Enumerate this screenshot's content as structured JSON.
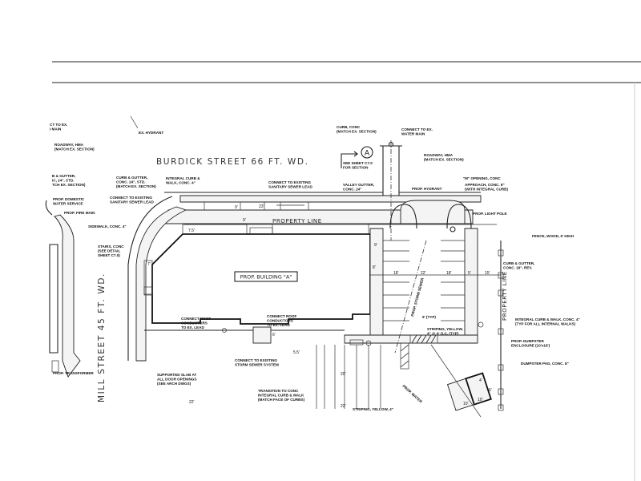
{
  "drawing": {
    "streets": {
      "north": "BURDICK STREET 66 FT. WD.",
      "west": "MILL STREET 45 FT. WD."
    },
    "property_line": "PROPERTY LINE",
    "building_label": "PROP. BUILDING \"A\"",
    "section_marker": {
      "letter": "A"
    },
    "notes": {
      "ct_to_ex": [
        "CT TO EX.",
        "I MAIN"
      ],
      "ex_hydrant": [
        "EX. HYDRANT"
      ],
      "roadway_left": [
        "ROADWAY, HMA",
        "(MATCH EX. SECTION)"
      ],
      "curb_gutter_left": [
        "B & GUTTER,",
        "IC, 24\", STD.",
        "TCH EX. SECTION)"
      ],
      "prop_domestic": [
        "PROP. DOMESTIC",
        "WATER SERVICE"
      ],
      "prop_fire_main": [
        "PROP. FIRE MAIN"
      ],
      "sidewalk": [
        "SIDEWALK, CONC. 4\""
      ],
      "curb_gutter_mid": [
        "CURB & GUTTER,",
        "CONC. 24\", STD.",
        "(MATCH EX. SECTION)"
      ],
      "integral_curb_walk": [
        "INTEGRAL CURB &",
        "WALK, CONC. 4\""
      ],
      "connect_sanitary_left": [
        "CONNECT TO EXISTING",
        "SANITARY SEWER LEAD"
      ],
      "connect_sanitary_mid": [
        "CONNECT TO EXISTING",
        "SANITARY SEWER LEAD"
      ],
      "valley_gutter": [
        "VALLEY GUTTER,",
        "CONC. 24\""
      ],
      "curb_conc": [
        "CURB, CONC",
        "(MATCH EX. SECTION)"
      ],
      "connect_water": [
        "CONNECT TO EX.",
        "WATER MAIN"
      ],
      "see_sheet": [
        "SEE SHEET C7.0",
        "FOR SECTION"
      ],
      "roadway_right": [
        "ROADWAY, HMA",
        "(MATCH EX. SECTION)"
      ],
      "prop_hydrant": [
        "PROP. HYDRANT"
      ],
      "m_opening": [
        "\"M\" OPENING, CONC"
      ],
      "approach": [
        "APPROACH, CONC. 8\"",
        "(WITH INTEGRAL CURB)"
      ],
      "light_pole": [
        "PROP. LIGHT POLE"
      ],
      "fence": [
        "FENCE, WOOD, 6' HIGH"
      ],
      "curb_gutter_right": [
        "CURB & GUTTER,",
        "CONC. 18\", REV."
      ],
      "integral_walk_right": [
        "INTEGRAL CURB & WALK, CONC. 4\"",
        "(TYP FOR ALL INTERNAL WALKS)"
      ],
      "dumpster_enclosure": [
        "PROP. DUMPSTER",
        "ENCLOSURE (10'x18')"
      ],
      "dumpster_pad": [
        "DUMPSTER PAD, CONC. 8\""
      ],
      "stairs": [
        "STAIRS, CONC",
        "(SEE DETAIL",
        "SHEET C7.0)"
      ],
      "prop_transformer": [
        "PROP. TRANSFORMER"
      ],
      "roof_left": [
        "CONNECT ROOF",
        "CONDUCTORS",
        "TO EX. LEAD"
      ],
      "roof_right": [
        "CONNECT ROOF",
        "CONDUCTORS",
        "TO EX. LEAD"
      ],
      "supported_slab": [
        "SUPPORTED SLAB AT",
        "ALL DOOR OPENINGS",
        "(SEE ARCH DWGS)"
      ],
      "connect_storm": [
        "CONNECT TO EXISTING",
        "STORM SEWER SYSTEM"
      ],
      "transition": [
        "TRANSITION TO CONC",
        "INTEGRAL CURB & WALK",
        "(MATCH FACE OF CURBS)"
      ],
      "striping_bottom": [
        "STRIPING, YELLOW, 4\""
      ],
      "striping_typ": [
        "STRIPING, YELLOW,",
        "4\" @ 4' O.C. (TYP)"
      ],
      "nine_typ": [
        "9' (TYP)"
      ],
      "prop_storm_sewer": [
        "PROP. STORM SEWER"
      ],
      "prop_water": [
        "PROP. WATER"
      ]
    },
    "dimensions": {
      "d_7_5": "7.5'",
      "d_23": "23'",
      "d_9a": "9'",
      "d_9b": "9'",
      "d_7": "7'",
      "d_8": "8'",
      "d_6": "6'",
      "d_18a": "18'",
      "d_22": "22'",
      "d_18b": "18'",
      "d_5": "5'",
      "d_15": "15'",
      "d_9c": "9'",
      "d_5_5": "5.5'",
      "d_20": "20'",
      "d_22b": "22'",
      "d_22c": "22'",
      "d_6b": "6'",
      "d_10": "10'",
      "d_10b": "10'",
      "d_4": "4'"
    }
  }
}
